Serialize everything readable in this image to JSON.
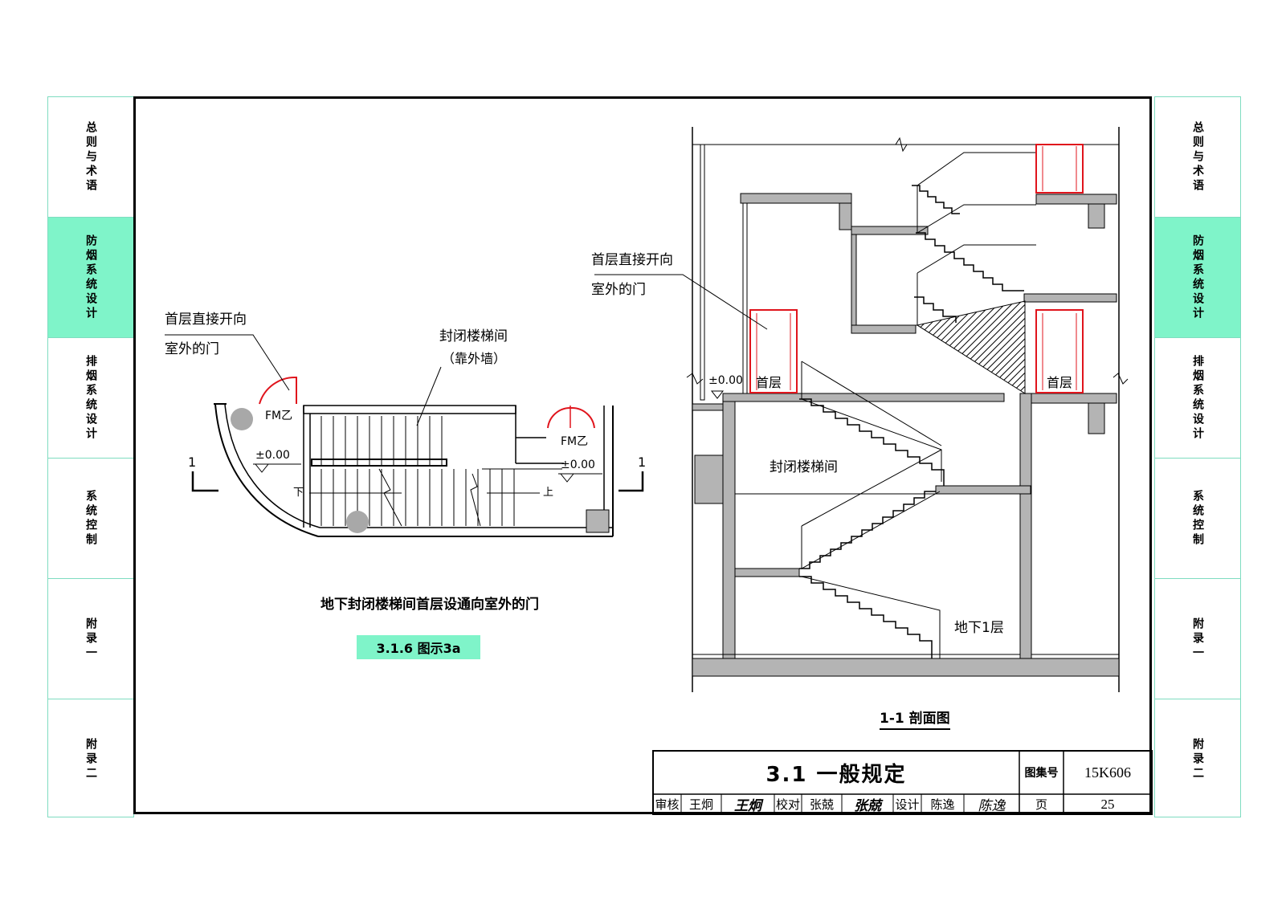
{
  "side_nav": {
    "items": [
      {
        "label": "总则与术语",
        "active": false
      },
      {
        "label": "防烟系统设计",
        "active": true
      },
      {
        "label": "排烟系统设计",
        "active": false
      },
      {
        "label": "系统控制",
        "active": false
      },
      {
        "label": "附录一",
        "active": false
      },
      {
        "label": "附录二",
        "active": false
      }
    ]
  },
  "plan": {
    "annotation_door_line1": "首层直接开向",
    "annotation_door_line2": "室外的门",
    "annotation_stair_line1": "封闭楼梯间",
    "annotation_stair_line2": "（靠外墙）",
    "door_tag": "FM乙",
    "level": "±0.00",
    "down": "下",
    "up": "上",
    "section_mark": "1",
    "caption": "地下封闭楼梯间首层设通向室外的门",
    "figure_badge": "3.1.6 图示3a"
  },
  "section": {
    "annotation_door_line1": "首层直接开向",
    "annotation_door_line2": "室外的门",
    "level": "±0.00",
    "ground_floor": "首层",
    "stair_label": "封闭楼梯间",
    "basement": "地下1层",
    "caption": "1-1 剖面图"
  },
  "colors": {
    "accent": "#7ff4c9",
    "nav_border": "#7fdcc0",
    "door_red": "#e0141c",
    "wall_gray": "#b4b4b4"
  },
  "title_block": {
    "title": "3.1 一般规定",
    "atlas_label": "图集号",
    "atlas_no": "15K606",
    "page_label": "页",
    "page_no": "25",
    "review_label": "审核",
    "reviewer": "王炯",
    "reviewer_sign": "王炯",
    "check_label": "校对",
    "checker": "张兢",
    "checker_sign": "张兢",
    "design_label": "设计",
    "designer": "陈逸",
    "designer_sign": "陈逸"
  }
}
